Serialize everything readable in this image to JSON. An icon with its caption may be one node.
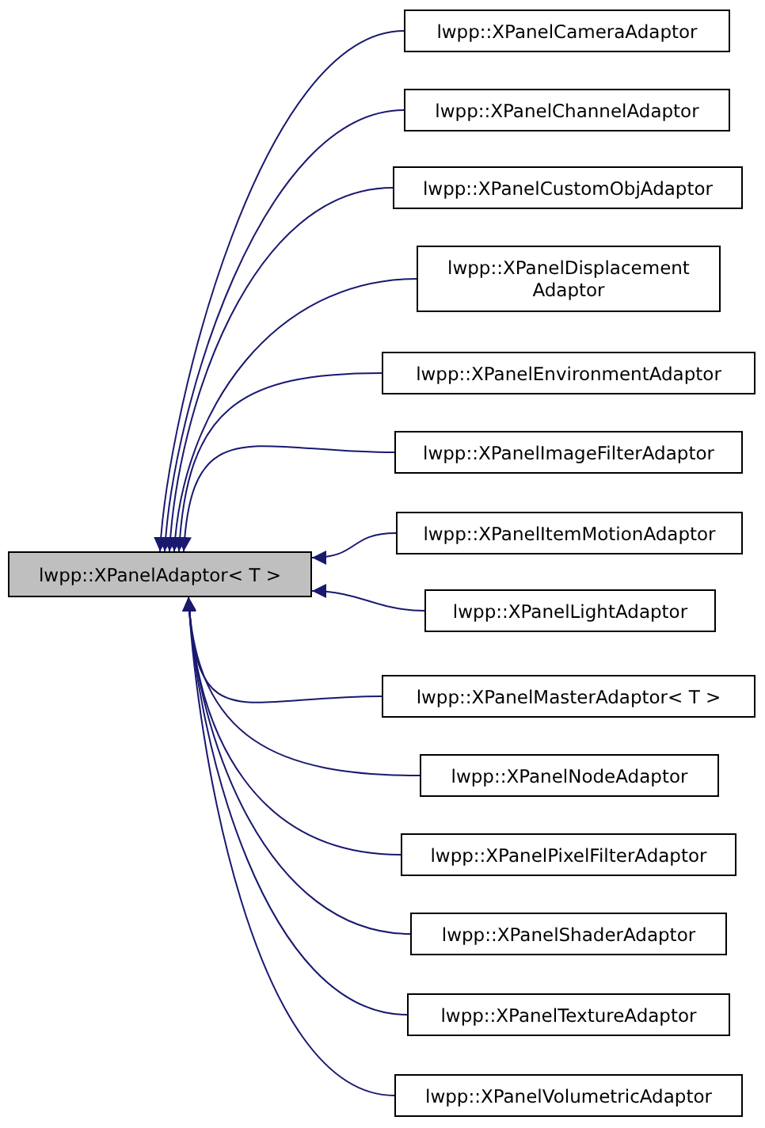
{
  "diagram": {
    "nodes": [
      {
        "text": [
          "lwpp::XPanelAdaptor< T >"
        ]
      },
      {
        "text": [
          "lwpp::XPanelCameraAdaptor"
        ]
      },
      {
        "text": [
          "lwpp::XPanelChannelAdaptor"
        ]
      },
      {
        "text": [
          "lwpp::XPanelCustomObjAdaptor"
        ]
      },
      {
        "text": [
          "lwpp::XPanelDisplacement Adaptor"
        ]
      },
      {
        "text": [
          "lwpp::XPanelEnvironmentAdaptor"
        ]
      },
      {
        "text": [
          "lwpp::XPanelImageFilterAdaptor"
        ]
      },
      {
        "text": [
          "lwpp::XPanelItemMotionAdaptor"
        ]
      },
      {
        "text": [
          "lwpp::XPanelLightAdaptor"
        ]
      },
      {
        "text": [
          "lwpp::XPanelMasterAdaptor< T >"
        ]
      },
      {
        "text": [
          "lwpp::XPanelNodeAdaptor"
        ]
      },
      {
        "text": [
          "lwpp::XPanelPixelFilterAdaptor"
        ]
      },
      {
        "text": [
          "lwpp::XPanelShaderAdaptor"
        ]
      },
      {
        "text": [
          "lwpp::XPanelTextureAdaptor"
        ]
      },
      {
        "text": [
          "lwpp::XPanelVolumetricAdaptor"
        ]
      }
    ],
    "edges": [
      {
        "from": 1,
        "to": 0,
        "arrow": "to"
      },
      {
        "from": 2,
        "to": 0,
        "arrow": "to"
      },
      {
        "from": 3,
        "to": 0,
        "arrow": "to"
      },
      {
        "from": 4,
        "to": 0,
        "arrow": "to"
      },
      {
        "from": 5,
        "to": 0,
        "arrow": "to"
      },
      {
        "from": 6,
        "to": 0,
        "arrow": "to"
      },
      {
        "from": 7,
        "to": 0,
        "arrow": "to"
      },
      {
        "from": 8,
        "to": 0,
        "arrow": "to"
      },
      {
        "from": 9,
        "to": 0,
        "arrow": "to"
      },
      {
        "from": 10,
        "to": 0,
        "arrow": "to"
      },
      {
        "from": 11,
        "to": 0,
        "arrow": "to"
      },
      {
        "from": 12,
        "to": 0,
        "arrow": "to"
      },
      {
        "from": 13,
        "to": 0,
        "arrow": "to"
      },
      {
        "from": 14,
        "to": 0,
        "arrow": "to"
      }
    ]
  }
}
